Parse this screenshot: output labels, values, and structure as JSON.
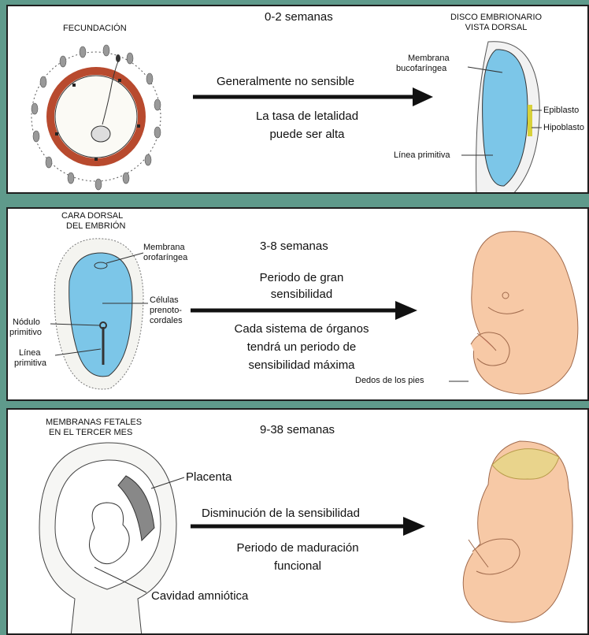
{
  "panel1": {
    "left_caption": "FECUNDACIÓN",
    "period": "0-2 semanas",
    "line1": "Generalmente no sensible",
    "line2a": "La tasa de letalidad",
    "line2b": "puede ser alta",
    "right_caption_a": "DISCO EMBRIONARIO",
    "right_caption_b": "VISTA DORSAL",
    "label_membrana_a": "Membrana",
    "label_membrana_b": "bucofaríngea",
    "label_epiblasto": "Epiblasto",
    "label_hipoblasto": "Hipoblasto",
    "label_linea": "Línea primitiva"
  },
  "panel2": {
    "caption_a": "CARA DORSAL",
    "caption_b": "DEL EMBRIÓN",
    "label_membrana_a": "Membrana",
    "label_membrana_b": "orofaríngea",
    "label_celulas_a": "Células",
    "label_celulas_b": "prenoto-",
    "label_celulas_c": "cordales",
    "label_nodulo_a": "Nódulo",
    "label_nodulo_b": "primitivo",
    "label_linea_a": "Línea",
    "label_linea_b": "primitiva",
    "period": "3-8 semanas",
    "line1a": "Periodo de gran",
    "line1b": "sensibilidad",
    "line2a": "Cada sistema de órganos",
    "line2b": "tendrá un periodo de",
    "line2c": "sensibilidad máxima",
    "label_dedos": "Dedos de los pies"
  },
  "panel3": {
    "caption_a": "MEMBRANAS FETALES",
    "caption_b": "EN EL TERCER MES",
    "period": "9-38 semanas",
    "label_placenta": "Placenta",
    "line1": "Disminución de la sensibilidad",
    "line2a": "Periodo de maduración",
    "line2b": "funcional",
    "label_cavidad": "Cavidad amniótica"
  },
  "colors": {
    "background": "#5f9a8b",
    "embryo_blue": "#7cc6e8",
    "zona_red": "#b84a2e",
    "skin": "#f7c9a6"
  }
}
